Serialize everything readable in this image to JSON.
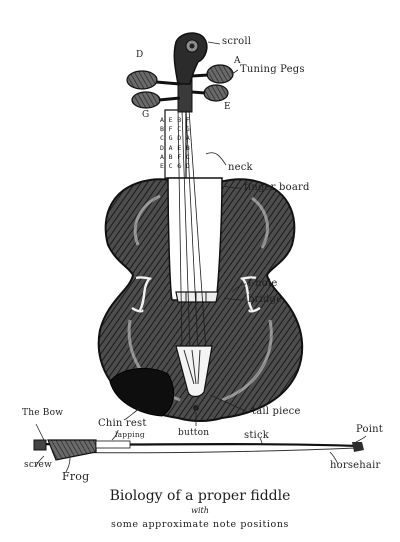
{
  "labels": {
    "scroll": "scroll",
    "tuning_pegs": "Tuning Pegs",
    "peg_d": "D",
    "peg_a": "A",
    "peg_g": "G",
    "peg_e": "E",
    "neck": "neck",
    "finger_board": "finger board",
    "f_hole": "f-hole",
    "bridge": "bridge",
    "tail_piece": "tail piece",
    "chin_rest": "Chin rest",
    "lapping": "lapping",
    "button": "button",
    "the_bow": "The Bow",
    "stick": "stick",
    "point": "Point",
    "screw": "screw",
    "frog": "Frog",
    "horsehair": "horsehair"
  },
  "note_positions": {
    "columns": [
      [
        "A",
        "B",
        "C",
        "D",
        "A",
        "E"
      ],
      [
        "E",
        "F",
        "G",
        "A",
        "B",
        "C"
      ],
      [
        "B",
        "C",
        "D",
        "E",
        "F",
        "G"
      ],
      [
        "F",
        "G",
        "A",
        "B",
        "C",
        "D"
      ]
    ]
  },
  "title": {
    "line1": "Biology of a proper fiddle",
    "line2": "with",
    "line3": "some approximate note positions"
  }
}
